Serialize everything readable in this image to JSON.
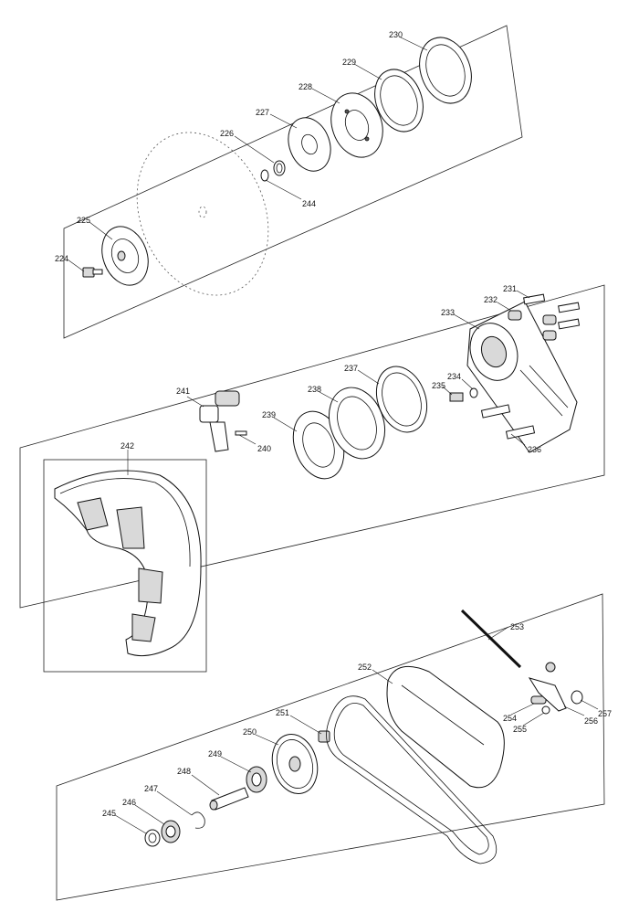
{
  "parts": [
    {
      "key": "p224",
      "label": "224"
    },
    {
      "key": "p225",
      "label": "225"
    },
    {
      "key": "p226",
      "label": "226"
    },
    {
      "key": "p227",
      "label": "227"
    },
    {
      "key": "p228",
      "label": "228"
    },
    {
      "key": "p229",
      "label": "229"
    },
    {
      "key": "p230",
      "label": "230"
    },
    {
      "key": "p231",
      "label": "231"
    },
    {
      "key": "p232",
      "label": "232"
    },
    {
      "key": "p233",
      "label": "233"
    },
    {
      "key": "p234",
      "label": "234"
    },
    {
      "key": "p235",
      "label": "235"
    },
    {
      "key": "p236",
      "label": "236"
    },
    {
      "key": "p237",
      "label": "237"
    },
    {
      "key": "p238",
      "label": "238"
    },
    {
      "key": "p239",
      "label": "239"
    },
    {
      "key": "p240",
      "label": "240"
    },
    {
      "key": "p241",
      "label": "241"
    },
    {
      "key": "p242",
      "label": "242"
    },
    {
      "key": "p244",
      "label": "244"
    },
    {
      "key": "p245",
      "label": "245"
    },
    {
      "key": "p246",
      "label": "246"
    },
    {
      "key": "p247",
      "label": "247"
    },
    {
      "key": "p248",
      "label": "248"
    },
    {
      "key": "p249",
      "label": "249"
    },
    {
      "key": "p250",
      "label": "250"
    },
    {
      "key": "p251",
      "label": "251"
    },
    {
      "key": "p252",
      "label": "252"
    },
    {
      "key": "p253",
      "label": "253"
    },
    {
      "key": "p254",
      "label": "254"
    },
    {
      "key": "p255",
      "label": "255"
    },
    {
      "key": "p256",
      "label": "256"
    },
    {
      "key": "p257",
      "label": "257"
    }
  ],
  "labels": {
    "l224": "224",
    "l225": "225",
    "l226": "226",
    "l227": "227",
    "l228": "228",
    "l229": "229",
    "l230": "230",
    "l231": "231",
    "l232": "232",
    "l233": "233",
    "l234": "234",
    "l235": "235",
    "l236": "236",
    "l237": "237",
    "l238": "238",
    "l239": "239",
    "l240": "240",
    "l241": "241",
    "l242": "242",
    "l244": "244",
    "l245": "245",
    "l246": "246",
    "l247": "247",
    "l248": "248",
    "l249": "249",
    "l250": "250",
    "l251": "251",
    "l252": "252",
    "l253": "253",
    "l254": "254",
    "l255": "255",
    "l256": "256",
    "l257": "257"
  }
}
